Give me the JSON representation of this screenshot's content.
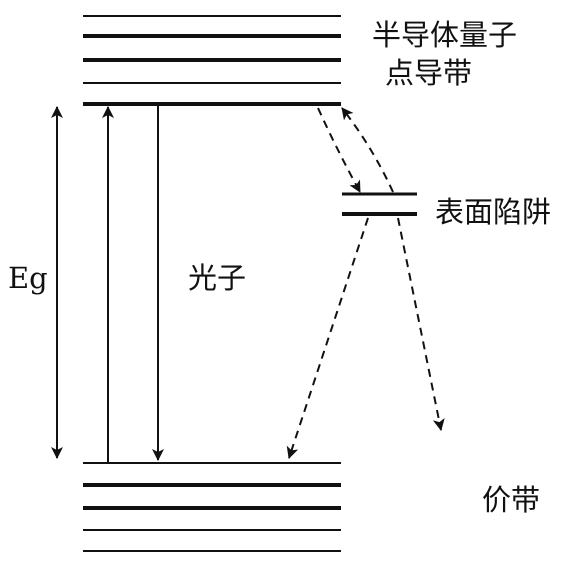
{
  "labels": {
    "cb_line1": "半导体量子",
    "cb_line2": "点导带",
    "surface_trap": "表面陷阱",
    "eg": "Eg",
    "photon": "光子",
    "valence_band": "价带"
  },
  "colors": {
    "stroke": "#111111",
    "background": "#ffffff"
  }
}
